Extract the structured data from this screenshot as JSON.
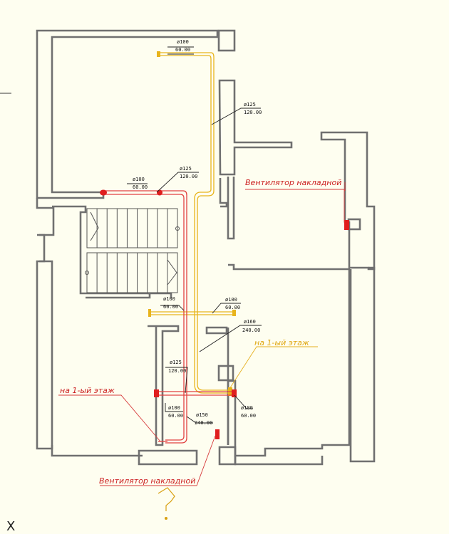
{
  "labels": {
    "d100_top": "ø100",
    "v60_top": "60.00",
    "d125_top": "ø125",
    "v120_top": "120.00",
    "d100_left": "ø100",
    "v60_left": "60.00",
    "d125_mid": "ø125",
    "v120_mid": "120.00",
    "d100_c1": "ø100",
    "v60_c1": "60.00",
    "d100_c2": "ø100",
    "v60_c2": "60.00",
    "d160_a": "ø160",
    "v240_a": "240.00",
    "d125_b": "ø125",
    "v120_b": "120.00",
    "d100_b1": "ø100",
    "v60_b1": "60.00",
    "d150_b": "ø150",
    "v240_b": "240.00",
    "d100_b2": "ø100",
    "v60_b2": "60.00"
  },
  "notes": {
    "fan_right": "Вентилятор накладной",
    "fan_bottom": "Вентилятор накладной",
    "to_floor1_left": "на 1-ый этаж",
    "to_floor1_right": "на 1-ый этаж"
  },
  "ucs": "X",
  "colors": {
    "duct_yellow": "#e8b41c",
    "duct_red": "#e14040",
    "wall": "#707070",
    "background": "#fefef0"
  }
}
